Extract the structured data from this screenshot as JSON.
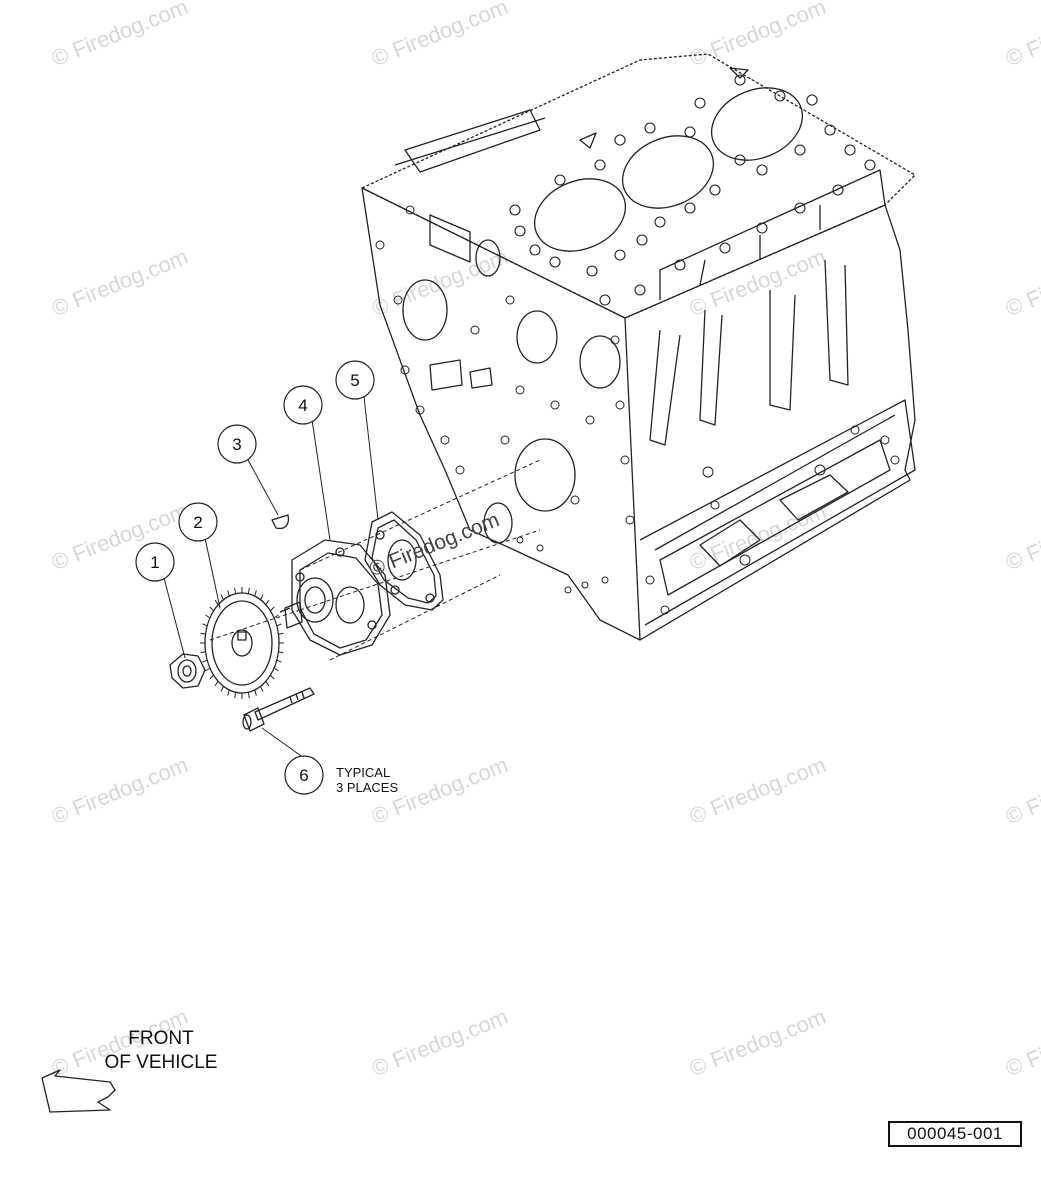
{
  "watermark": {
    "text": "© Firedog.com"
  },
  "callouts": [
    {
      "number": "1"
    },
    {
      "number": "2"
    },
    {
      "number": "3"
    },
    {
      "number": "4"
    },
    {
      "number": "5"
    },
    {
      "number": "6"
    }
  ],
  "notes": {
    "typical_line1": "TYPICAL",
    "typical_line2": "3 PLACES"
  },
  "orientation": {
    "line1": "FRONT",
    "line2": "OF VEHICLE"
  },
  "figure_id": "000045-001",
  "colors": {
    "line": "#222222",
    "watermark": "#d7d7d7"
  }
}
